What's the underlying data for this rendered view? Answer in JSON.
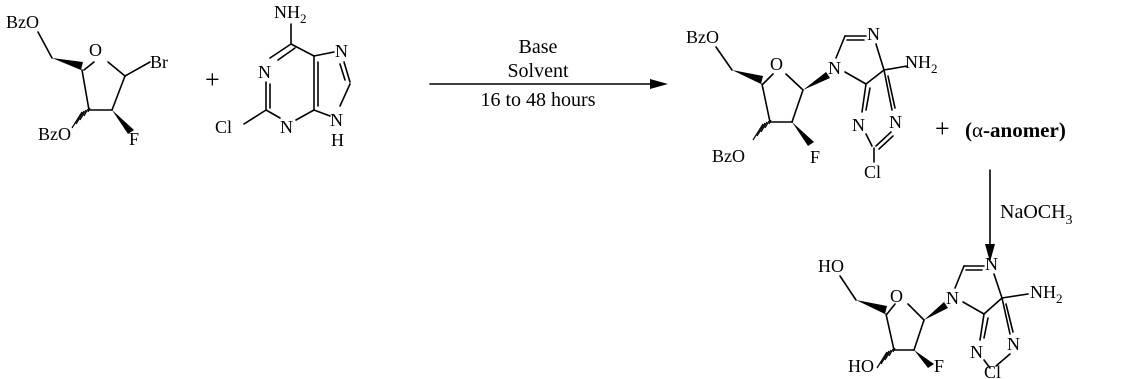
{
  "reagent_a": {
    "bzo_top": "BzO",
    "bzo_bottom": "BzO",
    "ring_o": "O",
    "br": "Br",
    "f": "F"
  },
  "plus_1": "+",
  "reagent_b": {
    "nh2": "NH",
    "nh2_sub": "2",
    "n1": "N",
    "n3": "N",
    "n7": "N",
    "n9": "N",
    "h9": "H",
    "cl": "Cl"
  },
  "conditions": {
    "line1": "Base",
    "line2": "Solvent",
    "line3": "16 to 48 hours"
  },
  "product_1": {
    "bzo_top": "BzO",
    "bzo_bottom": "BzO",
    "ring_o": "O",
    "f": "F",
    "n9": "N",
    "n7": "N",
    "nh2": "NH",
    "nh2_sub": "2",
    "n1": "N",
    "n3": "N",
    "cl": "Cl"
  },
  "plus_2": "+",
  "anomer": {
    "open": "(",
    "alpha": "α",
    "label": "-anomer)"
  },
  "step2_reagent": {
    "main": "NaOCH",
    "sub": "3"
  },
  "product_2": {
    "ho_top": "HO",
    "ho_bottom": "HO",
    "ring_o": "O",
    "f": "F",
    "n9": "N",
    "n7": "N",
    "nh2": "NH",
    "nh2_sub": "2",
    "n1": "N",
    "n3": "N",
    "cl": "Cl"
  }
}
